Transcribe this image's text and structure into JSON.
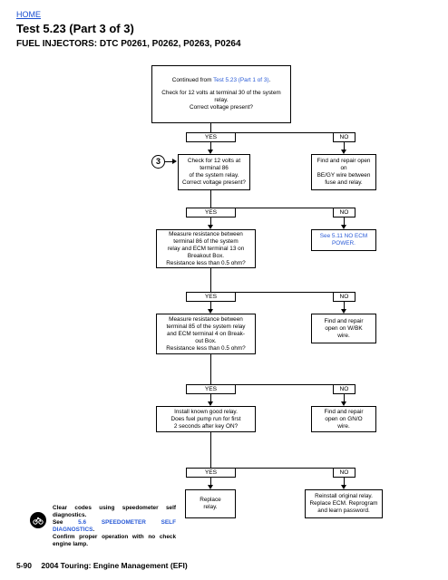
{
  "header": {
    "home_link": "HOME",
    "title": "Test 5.23 (Part 3 of 3)",
    "subtitle": "FUEL INJECTORS: DTC P0261, P0262, P0263, P0264"
  },
  "flow": {
    "start": {
      "prefix": "Continued from ",
      "link": "Test 5.23 (Part 1 of 3)",
      "suffix": ".",
      "line2": "Check for 12 volts at terminal 30 of the system relay.",
      "line3": "Correct voltage present?"
    },
    "step_marker": "3",
    "yes_label": "YES",
    "no_label": "NO",
    "steps": [
      {
        "question": [
          "Check for 12 volts at terminal 86",
          "of the system relay.",
          "Correct voltage present?"
        ],
        "no_action": [
          "Find and repair open on",
          "BE/GY wire between",
          "fuse and relay."
        ]
      },
      {
        "question": [
          "Measure resistance between",
          "terminal 86 of the system",
          "relay and ECM terminal 13 on",
          "Breakout Box.",
          "Resistance less than 0.5 ohm?"
        ],
        "no_action_link": "See 5.11 NO ECM POWER."
      },
      {
        "question": [
          "Measure resistance between",
          "terminal 85 of the system relay",
          "and ECM terminal 4 on Break-",
          "out Box.",
          "Resistance less than 0.5 ohm?"
        ],
        "no_action": [
          "Find and repair",
          "open on W/BK",
          "wire."
        ]
      },
      {
        "question": [
          "Install known good relay.",
          "Does fuel pump run for first",
          "2 seconds after key ON?"
        ],
        "no_action": [
          "Find and repair",
          "open on GN/O",
          "wire."
        ]
      }
    ],
    "final": {
      "yes_action": [
        "Replace",
        "relay."
      ],
      "no_action": [
        "Reinstall original relay.",
        "Replace ECM. Reprogram",
        "and learn password."
      ]
    }
  },
  "note": {
    "line1": "Clear codes using speedometer self diagnostics.",
    "see_prefix": "See ",
    "see_link": "5.6 SPEEDOMETER SELF DIAGNOSTICS",
    "see_suffix": ".",
    "line3": "Confirm proper operation with no check engine lamp."
  },
  "footer": {
    "page": "5-90",
    "book": "2004 Touring: Engine Management (EFI)"
  }
}
